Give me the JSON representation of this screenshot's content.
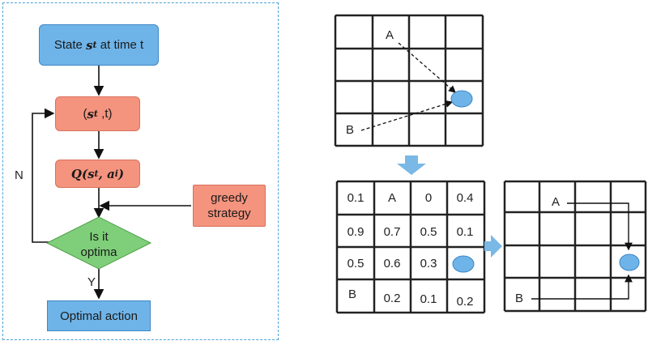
{
  "flowchart": {
    "state_prefix": "State ",
    "state_var": "s",
    "state_sub": "t",
    "state_suffix": " at time t",
    "state_time_open": "(",
    "state_time_var": "s",
    "state_time_sub": "t",
    "state_time_close": " ,t)",
    "q_prefix": "Q(",
    "q_s": "s",
    "q_s_sub": "t",
    "q_comma": ", ",
    "q_a": "a",
    "q_a_sub": "i",
    "q_close": ")",
    "greedy_line1": "greedy",
    "greedy_line2": "strategy",
    "decision_line1": "Is it",
    "decision_line2": "optima",
    "no_label": "N",
    "yes_label": "Y",
    "optimal_action": "Optimal action"
  },
  "grid_top": {
    "label_a": "A",
    "label_b": "B"
  },
  "grid_values": {
    "rows": [
      [
        "0.1",
        "A",
        "0",
        "0.4"
      ],
      [
        "0.9",
        "0.7",
        "0.5",
        "0.1"
      ],
      [
        "0.5",
        "0.6",
        "0.3",
        ""
      ],
      [
        "B",
        "0.2",
        "0.1",
        "0.2"
      ]
    ]
  },
  "grid_path": {
    "label_a": "A",
    "label_b": "B"
  },
  "colors": {
    "blue_box": "#6fb4e8",
    "salmon_box": "#f4937e",
    "diamond": "#7fcf7a",
    "arrow_blue": "#7ab8e6",
    "goal": "#6fb4e8"
  }
}
